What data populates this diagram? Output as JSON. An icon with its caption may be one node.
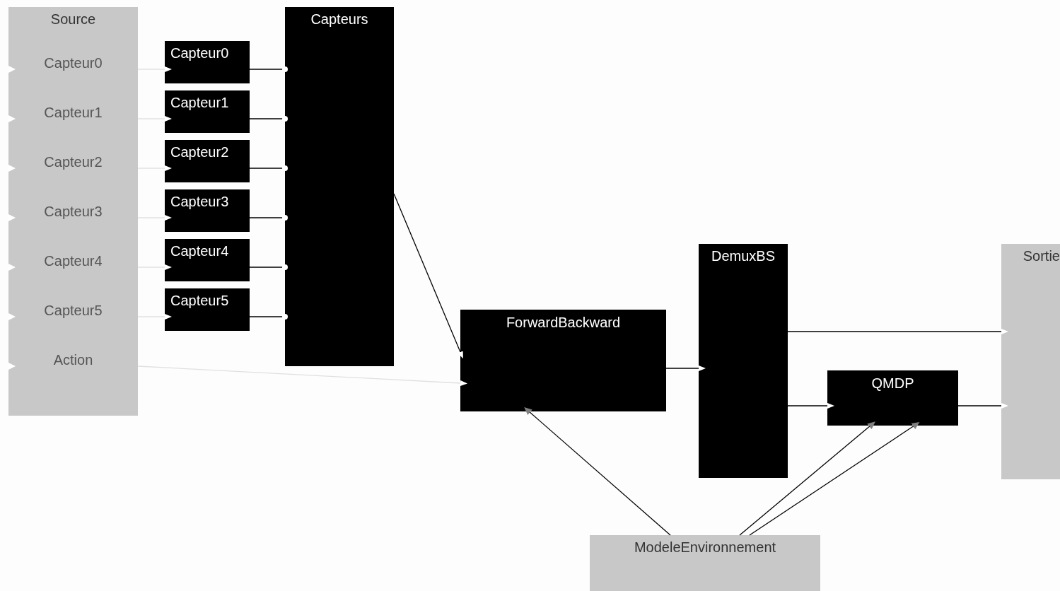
{
  "diagram": {
    "nodes": [
      {
        "text": [
          "Source",
          "Capteur0",
          "Capteur1",
          "Capteur2",
          "Capteur3",
          "Capteur4",
          "Capteur5",
          "Action"
        ]
      },
      {
        "text": [
          "Capteur0"
        ]
      },
      {
        "text": [
          "Capteur1"
        ]
      },
      {
        "text": [
          "Capteur2"
        ]
      },
      {
        "text": [
          "Capteur3"
        ]
      },
      {
        "text": [
          "Capteur4"
        ]
      },
      {
        "text": [
          "Capteur5"
        ]
      },
      {
        "text": [
          "Capteurs"
        ]
      },
      {
        "text": [
          "ForwardBackward"
        ]
      },
      {
        "text": [
          "DemuxBS"
        ]
      },
      {
        "text": [
          "QMDP"
        ]
      },
      {
        "text": [
          "Sortie"
        ]
      },
      {
        "text": [
          "ModeleEnvironnement"
        ]
      }
    ],
    "edges": [
      {
        "from": 0,
        "to": 1,
        "arrow": "to",
        "color": "#e0e0e0"
      },
      {
        "from": 0,
        "to": 2,
        "arrow": "to",
        "color": "#e0e0e0"
      },
      {
        "from": 0,
        "to": 3,
        "arrow": "to",
        "color": "#e0e0e0"
      },
      {
        "from": 0,
        "to": 4,
        "arrow": "to",
        "color": "#e0e0e0"
      },
      {
        "from": 0,
        "to": 5,
        "arrow": "to",
        "color": "#e0e0e0"
      },
      {
        "from": 0,
        "to": 6,
        "arrow": "to",
        "color": "#e0e0e0"
      },
      {
        "from": 0,
        "to": 8,
        "arrow": "to",
        "color": "#e0e0e0"
      },
      {
        "from": 1,
        "to": 7,
        "arrow": "other"
      },
      {
        "from": 2,
        "to": 7,
        "arrow": "other"
      },
      {
        "from": 3,
        "to": 7,
        "arrow": "other"
      },
      {
        "from": 4,
        "to": 7,
        "arrow": "other"
      },
      {
        "from": 5,
        "to": 7,
        "arrow": "other"
      },
      {
        "from": 6,
        "to": 7,
        "arrow": "other"
      },
      {
        "from": 7,
        "to": 8,
        "arrow": "to"
      },
      {
        "from": 8,
        "to": 9,
        "arrow": "to"
      },
      {
        "from": 9,
        "to": 11,
        "arrow": "to"
      },
      {
        "from": 9,
        "to": 10,
        "arrow": "to"
      },
      {
        "from": 10,
        "to": 11,
        "arrow": "to"
      },
      {
        "from": 12,
        "to": 8,
        "arrow": "to"
      },
      {
        "from": 12,
        "to": 10,
        "arrow": "to"
      },
      {
        "from": 12,
        "to": 10,
        "arrow": "to"
      }
    ]
  }
}
